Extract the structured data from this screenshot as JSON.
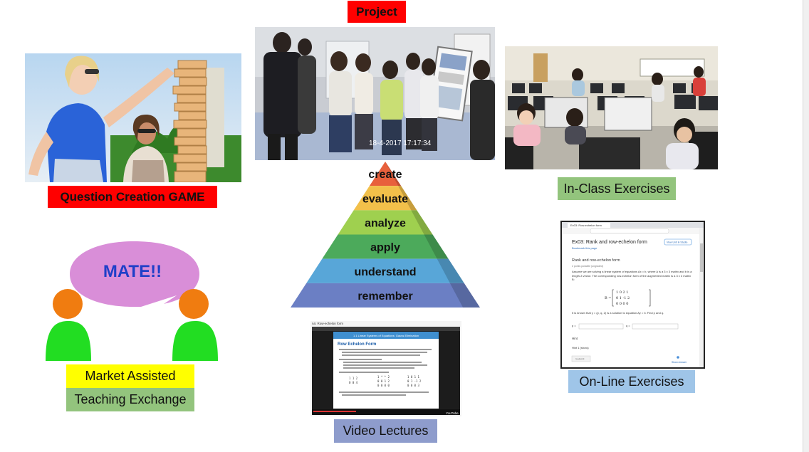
{
  "labels": {
    "project": "Project",
    "question_game": "Question Creation GAME",
    "in_class": "In-Class Exercises",
    "online": "On-Line Exercises",
    "video": "Video Lectures",
    "market_line1": "Market Assisted",
    "market_line2": "Teaching Exchange"
  },
  "mate_bubble": "MATE!!",
  "project_photo": {
    "timestamp": "18-4-2017 17:17:34"
  },
  "bloom_pyramid": {
    "levels": [
      {
        "label": "create",
        "color": "#e8603c"
      },
      {
        "label": "evaluate",
        "color": "#f2c04a"
      },
      {
        "label": "analyze",
        "color": "#9fd04f"
      },
      {
        "label": "apply",
        "color": "#4caa5b"
      },
      {
        "label": "understand",
        "color": "#58a6d8"
      },
      {
        "label": "remember",
        "color": "#6b7fc4"
      }
    ]
  },
  "video_screenshot": {
    "tab_title": "na: Row-echelon form",
    "slide_title": "Row Echelon Form",
    "slide_header": "1.1 Linear Systems of Equations: Gauss Elimination",
    "youtube_label": "YouTube"
  },
  "online_screenshot": {
    "tab_title": "Ex03: Row-echelon form",
    "heading": "Ex03: Rank and row-echelon form",
    "bookmark": "Bookmark this page",
    "subheading": "Rank and row-echelon form",
    "points": "2 points possible (ungraded)",
    "body": "Assume we are solving a linear system of equations Ax = b, where A is a 3 x 3 matrix and b is a length-3 vector. The corresponding row-echelon form of the augmented matrix is a 3 x 4 matrix B:",
    "question": "It is known that y = (p, q, 2) is a solution to equation Ay = b. Find p and q.",
    "p_label": "p =",
    "q_label": "q =",
    "hint_title": "Hint",
    "hint_item": "Hint 1 (show)",
    "submit": "Submit",
    "show_answer": "Show Answer",
    "view_unit": "View Unit in Studio"
  },
  "colors": {
    "red_label": "#ff0000",
    "green_label": "#93c47d",
    "blue_label": "#9fc5e8",
    "purple_label": "#8e9ccc",
    "yellow_label": "#ffff00",
    "bubble": "#d98ed8",
    "mate_text": "#1f3fc8",
    "person_head": "#f07c10",
    "person_body": "#22dd22"
  }
}
